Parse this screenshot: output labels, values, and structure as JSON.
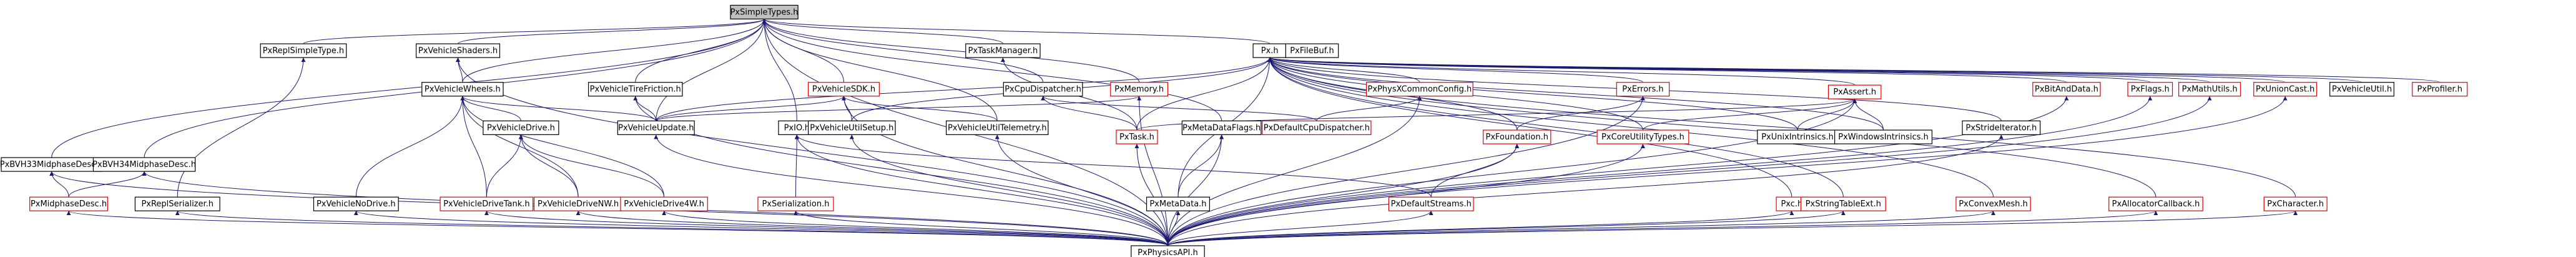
{
  "graph": {
    "root": "PxSimpleTypes.h",
    "edge_color": "#191970",
    "root_fill": "#bfbfbf",
    "missing_border_color": "#e00000",
    "nodes": [
      {
        "id": "PxSimpleTypes.h",
        "label": "PxSimpleTypes.h",
        "missing": false
      },
      {
        "id": "Px.h",
        "label": "Px.h",
        "missing": false
      },
      {
        "id": "PxFileBuf.h",
        "label": "PxFileBuf.h",
        "missing": false
      },
      {
        "id": "PxReplSimpleType.h",
        "label": "PxReplSimpleType.h",
        "missing": false
      },
      {
        "id": "PxVehicleShaders.h",
        "label": "PxVehicleShaders.h",
        "missing": false
      },
      {
        "id": "PxTaskManager.h",
        "label": "PxTaskManager.h",
        "missing": false
      },
      {
        "id": "PxBVH33MidphaseDesc.h",
        "label": "PxBVH33MidphaseDesc.h",
        "missing": false
      },
      {
        "id": "PxBVH34MidphaseDesc.h",
        "label": "PxBVH34MidphaseDesc.h",
        "missing": false
      },
      {
        "id": "PxVehicleWheels.h",
        "label": "PxVehicleWheels.h",
        "missing": false
      },
      {
        "id": "PxVehicleTireFriction.h",
        "label": "PxVehicleTireFriction.h",
        "missing": false
      },
      {
        "id": "PxVehicleSDK.h",
        "label": "PxVehicleSDK.h",
        "missing": true
      },
      {
        "id": "PxCpuDispatcher.h",
        "label": "PxCpuDispatcher.h",
        "missing": false
      },
      {
        "id": "PxMemory.h",
        "label": "PxMemory.h",
        "missing": true
      },
      {
        "id": "PxPhysXCommonConfig.h",
        "label": "PxPhysXCommonConfig.h",
        "missing": true
      },
      {
        "id": "PxErrors.h",
        "label": "PxErrors.h",
        "missing": true
      },
      {
        "id": "PxAssert.h",
        "label": "PxAssert.h",
        "missing": true
      },
      {
        "id": "PxBitAndData.h",
        "label": "PxBitAndData.h",
        "missing": true
      },
      {
        "id": "PxFlags.h",
        "label": "PxFlags.h",
        "missing": true
      },
      {
        "id": "PxMathUtils.h",
        "label": "PxMathUtils.h",
        "missing": true
      },
      {
        "id": "PxUnionCast.h",
        "label": "PxUnionCast.h",
        "missing": true
      },
      {
        "id": "PxVehicleUtil.h",
        "label": "PxVehicleUtil.h",
        "missing": false
      },
      {
        "id": "PxProfiler.h",
        "label": "PxProfiler.h",
        "missing": true
      },
      {
        "id": "PxVehicleDrive.h",
        "label": "PxVehicleDrive.h",
        "missing": false
      },
      {
        "id": "PxVehicleUpdate.h",
        "label": "PxVehicleUpdate.h",
        "missing": false
      },
      {
        "id": "PxIO.h",
        "label": "PxIO.h",
        "missing": false
      },
      {
        "id": "PxVehicleUtilSetup.h",
        "label": "PxVehicleUtilSetup.h",
        "missing": false
      },
      {
        "id": "PxVehicleUtilTelemetry.h",
        "label": "PxVehicleUtilTelemetry.h",
        "missing": false
      },
      {
        "id": "PxTask.h",
        "label": "PxTask.h",
        "missing": true
      },
      {
        "id": "PxDefaultCpuDispatcher.h",
        "label": "PxDefaultCpuDispatcher.h",
        "missing": true
      },
      {
        "id": "PxMetaDataFlags.h",
        "label": "PxMetaDataFlags.h",
        "missing": false
      },
      {
        "id": "PxFoundation.h",
        "label": "PxFoundation.h",
        "missing": true
      },
      {
        "id": "PxCoreUtilityTypes.h",
        "label": "PxCoreUtilityTypes.h",
        "missing": true
      },
      {
        "id": "PxUnixIntrinsics.h",
        "label": "PxUnixIntrinsics.h",
        "missing": false
      },
      {
        "id": "PxWindowsIntrinsics.h",
        "label": "PxWindowsIntrinsics.h",
        "missing": false
      },
      {
        "id": "PxStrideIterator.h",
        "label": "PxStrideIterator.h",
        "missing": false
      },
      {
        "id": "PxMidphaseDesc.h",
        "label": "PxMidphaseDesc.h",
        "missing": true
      },
      {
        "id": "PxReplSerializer.h",
        "label": "PxReplSerializer.h",
        "missing": false
      },
      {
        "id": "PxVehicleNoDrive.h",
        "label": "PxVehicleNoDrive.h",
        "missing": false
      },
      {
        "id": "PxVehicleDriveTank.h",
        "label": "PxVehicleDriveTank.h",
        "missing": true
      },
      {
        "id": "PxVehicleDriveNW.h",
        "label": "PxVehicleDriveNW.h",
        "missing": true
      },
      {
        "id": "PxVehicleDrive4W.h",
        "label": "PxVehicleDrive4W.h",
        "missing": true
      },
      {
        "id": "PxSerialization.h",
        "label": "PxSerialization.h",
        "missing": true
      },
      {
        "id": "PxMetaData.h",
        "label": "PxMetaData.h",
        "missing": false
      },
      {
        "id": "PxDefaultStreams.h",
        "label": "PxDefaultStreams.h",
        "missing": true
      },
      {
        "id": "Pxc.h",
        "label": "Pxc.h",
        "missing": true
      },
      {
        "id": "PxStringTableExt.h",
        "label": "PxStringTableExt.h",
        "missing": true
      },
      {
        "id": "PxConvexMesh.h",
        "label": "PxConvexMesh.h",
        "missing": true
      },
      {
        "id": "PxAllocatorCallback.h",
        "label": "PxAllocatorCallback.h",
        "missing": true
      },
      {
        "id": "PxCharacter.h",
        "label": "PxCharacter.h",
        "missing": true
      },
      {
        "id": "PxPhysicsAPI.h",
        "label": "PxPhysicsAPI.h",
        "missing": false
      }
    ],
    "edges": [
      [
        "PxSimpleTypes.h",
        "Px.h"
      ],
      [
        "PxSimpleTypes.h",
        "PxReplSimpleType.h"
      ],
      [
        "PxSimpleTypes.h",
        "PxVehicleShaders.h"
      ],
      [
        "PxSimpleTypes.h",
        "PxTaskManager.h"
      ],
      [
        "PxSimpleTypes.h",
        "PxBVH33MidphaseDesc.h"
      ],
      [
        "PxSimpleTypes.h",
        "PxBVH34MidphaseDesc.h"
      ],
      [
        "PxSimpleTypes.h",
        "PxVehicleWheels.h"
      ],
      [
        "PxSimpleTypes.h",
        "PxVehicleTireFriction.h"
      ],
      [
        "PxSimpleTypes.h",
        "PxVehicleSDK.h"
      ],
      [
        "PxSimpleTypes.h",
        "PxCpuDispatcher.h"
      ],
      [
        "PxSimpleTypes.h",
        "PxMemory.h"
      ],
      [
        "PxSimpleTypes.h",
        "PxIO.h"
      ],
      [
        "PxSimpleTypes.h",
        "PxVehicleUpdate.h"
      ],
      [
        "PxSimpleTypes.h",
        "PxVehicleUtilTelemetry.h"
      ],
      [
        "PxSimpleTypes.h",
        "PxMetaDataFlags.h"
      ],
      [
        "PxSimpleTypes.h",
        "PxPhysicsAPI.h"
      ],
      [
        "Px.h",
        "PxFileBuf.h"
      ],
      [
        "Px.h",
        "PxPhysXCommonConfig.h"
      ],
      [
        "Px.h",
        "PxErrors.h"
      ],
      [
        "Px.h",
        "PxAssert.h"
      ],
      [
        "Px.h",
        "PxBitAndData.h"
      ],
      [
        "Px.h",
        "PxFlags.h"
      ],
      [
        "Px.h",
        "PxMathUtils.h"
      ],
      [
        "Px.h",
        "PxUnionCast.h"
      ],
      [
        "Px.h",
        "PxVehicleUtil.h"
      ],
      [
        "Px.h",
        "PxProfiler.h"
      ],
      [
        "Px.h",
        "PxCharacter.h"
      ],
      [
        "Px.h",
        "PxStrideIterator.h"
      ],
      [
        "Px.h",
        "PxAllocatorCallback.h"
      ],
      [
        "Px.h",
        "PxConvexMesh.h"
      ],
      [
        "Px.h",
        "PxStringTableExt.h"
      ],
      [
        "Px.h",
        "Pxc.h"
      ],
      [
        "Px.h",
        "PxUnixIntrinsics.h"
      ],
      [
        "Px.h",
        "PxWindowsIntrinsics.h"
      ],
      [
        "Px.h",
        "PxFoundation.h"
      ],
      [
        "Px.h",
        "PxCoreUtilityTypes.h"
      ],
      [
        "Px.h",
        "PxMetaData.h"
      ],
      [
        "Px.h",
        "PxVehicleUpdate.h"
      ],
      [
        "Px.h",
        "PxTask.h"
      ],
      [
        "Px.h",
        "PxVehicleUtilSetup.h"
      ],
      [
        "PxReplSimpleType.h",
        "PxReplSerializer.h"
      ],
      [
        "PxVehicleShaders.h",
        "PxVehicleWheels.h"
      ],
      [
        "PxVehicleShaders.h",
        "PxPhysicsAPI.h"
      ],
      [
        "PxTaskManager.h",
        "PxTask.h"
      ],
      [
        "PxBVH33MidphaseDesc.h",
        "PxMidphaseDesc.h"
      ],
      [
        "PxBVH33MidphaseDesc.h",
        "PxPhysicsAPI.h"
      ],
      [
        "PxBVH34MidphaseDesc.h",
        "PxMidphaseDesc.h"
      ],
      [
        "PxBVH34MidphaseDesc.h",
        "PxPhysicsAPI.h"
      ],
      [
        "PxVehicleWheels.h",
        "PxVehicleDrive.h"
      ],
      [
        "PxVehicleWheels.h",
        "PxVehicleNoDrive.h"
      ],
      [
        "PxVehicleWheels.h",
        "PxVehicleDriveTank.h"
      ],
      [
        "PxVehicleWheels.h",
        "PxVehicleDriveNW.h"
      ],
      [
        "PxVehicleWheels.h",
        "PxVehicleDrive4W.h"
      ],
      [
        "PxVehicleWheels.h",
        "PxVehicleUpdate.h"
      ],
      [
        "PxVehicleTireFriction.h",
        "PxVehicleUpdate.h"
      ],
      [
        "PxVehicleTireFriction.h",
        "PxPhysicsAPI.h"
      ],
      [
        "PxVehicleSDK.h",
        "PxVehicleUpdate.h"
      ],
      [
        "PxVehicleSDK.h",
        "PxVehicleUtilSetup.h"
      ],
      [
        "PxVehicleSDK.h",
        "PxVehicleUtilTelemetry.h"
      ],
      [
        "PxVehicleSDK.h",
        "PxPhysicsAPI.h"
      ],
      [
        "PxCpuDispatcher.h",
        "PxTask.h"
      ],
      [
        "PxCpuDispatcher.h",
        "PxDefaultCpuDispatcher.h"
      ],
      [
        "PxMemory.h",
        "PxVehicleUpdate.h"
      ],
      [
        "PxMemory.h",
        "PxPhysicsAPI.h"
      ],
      [
        "PxPhysXCommonConfig.h",
        "PxDefaultCpuDispatcher.h"
      ],
      [
        "PxPhysXCommonConfig.h",
        "PxPhysicsAPI.h"
      ],
      [
        "PxErrors.h",
        "PxFoundation.h"
      ],
      [
        "PxErrors.h",
        "PxPhysicsAPI.h"
      ],
      [
        "PxAssert.h",
        "PxTask.h"
      ],
      [
        "PxAssert.h",
        "PxCoreUtilityTypes.h"
      ],
      [
        "PxAssert.h",
        "PxUnixIntrinsics.h"
      ],
      [
        "PxAssert.h",
        "PxWindowsIntrinsics.h"
      ],
      [
        "PxAssert.h",
        "PxPhysicsAPI.h"
      ],
      [
        "PxBitAndData.h",
        "PxPhysicsAPI.h"
      ],
      [
        "PxFlags.h",
        "PxPhysicsAPI.h"
      ],
      [
        "PxMathUtils.h",
        "PxPhysicsAPI.h"
      ],
      [
        "PxUnionCast.h",
        "PxPhysicsAPI.h"
      ],
      [
        "PxVehicleDrive.h",
        "PxVehicleDriveTank.h"
      ],
      [
        "PxVehicleDrive.h",
        "PxVehicleDriveNW.h"
      ],
      [
        "PxVehicleDrive.h",
        "PxVehicleDrive4W.h"
      ],
      [
        "PxVehicleUpdate.h",
        "PxPhysicsAPI.h"
      ],
      [
        "PxIO.h",
        "PxSerialization.h"
      ],
      [
        "PxIO.h",
        "PxDefaultStreams.h"
      ],
      [
        "PxIO.h",
        "PxPhysicsAPI.h"
      ],
      [
        "PxVehicleUtilSetup.h",
        "PxPhysicsAPI.h"
      ],
      [
        "PxVehicleUtilTelemetry.h",
        "PxPhysicsAPI.h"
      ],
      [
        "PxTask.h",
        "PxPhysicsAPI.h"
      ],
      [
        "PxMetaDataFlags.h",
        "PxMetaData.h"
      ],
      [
        "PxMetaDataFlags.h",
        "PxPhysicsAPI.h"
      ],
      [
        "PxFoundation.h",
        "PxDefaultStreams.h"
      ],
      [
        "PxFoundation.h",
        "PxPhysicsAPI.h"
      ],
      [
        "PxCoreUtilityTypes.h",
        "PxPhysicsAPI.h"
      ],
      [
        "PxStrideIterator.h",
        "PxPhysicsAPI.h"
      ],
      [
        "PxMidphaseDesc.h",
        "PxPhysicsAPI.h"
      ],
      [
        "PxReplSerializer.h",
        "PxPhysicsAPI.h"
      ],
      [
        "PxVehicleNoDrive.h",
        "PxPhysicsAPI.h"
      ],
      [
        "PxVehicleDriveTank.h",
        "PxPhysicsAPI.h"
      ],
      [
        "PxVehicleDriveNW.h",
        "PxPhysicsAPI.h"
      ],
      [
        "PxVehicleDrive4W.h",
        "PxPhysicsAPI.h"
      ],
      [
        "PxSerialization.h",
        "PxPhysicsAPI.h"
      ],
      [
        "PxMetaData.h",
        "PxPhysicsAPI.h"
      ],
      [
        "PxDefaultStreams.h",
        "PxPhysicsAPI.h"
      ],
      [
        "Pxc.h",
        "PxPhysicsAPI.h"
      ],
      [
        "PxStringTableExt.h",
        "PxPhysicsAPI.h"
      ],
      [
        "PxConvexMesh.h",
        "PxPhysicsAPI.h"
      ],
      [
        "PxAllocatorCallback.h",
        "PxPhysicsAPI.h"
      ],
      [
        "PxCharacter.h",
        "PxPhysicsAPI.h"
      ]
    ]
  }
}
